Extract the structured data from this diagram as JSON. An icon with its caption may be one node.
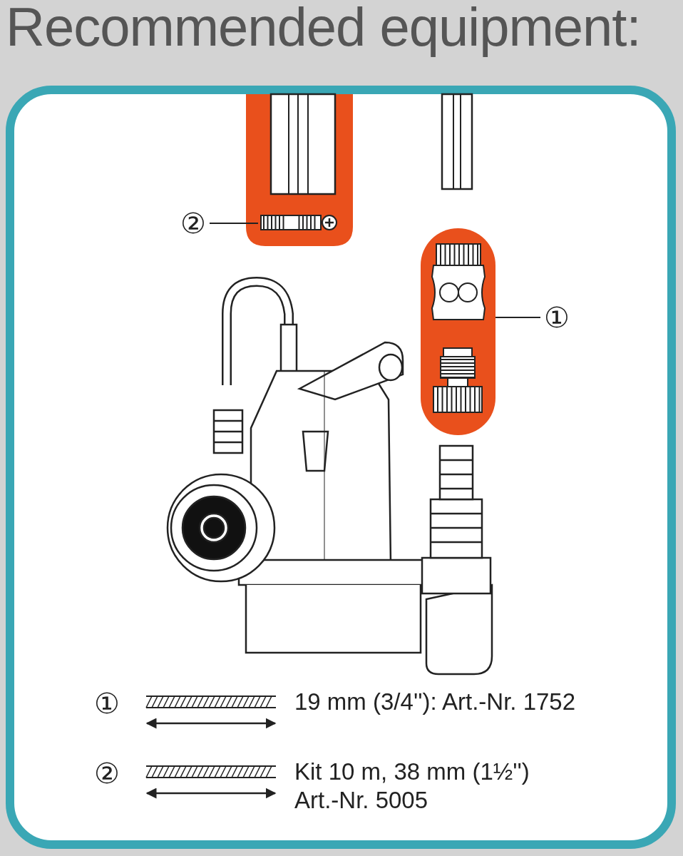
{
  "diagram": {
    "title": "Recommended equipment:",
    "nodes": [
      {
        "text": [
          "②"
        ]
      },
      {
        "text": [],
        "shape": "picture"
      },
      {
        "text": [
          "①"
        ]
      },
      {
        "text": [],
        "shape": "picture"
      }
    ],
    "edges": [
      {
        "from": 0,
        "to": 1,
        "arrow": "none"
      },
      {
        "from": 2,
        "to": 3,
        "arrow": "none"
      }
    ],
    "labels": [
      "①",
      "19 mm (3/4''): Art.-Nr. 1752",
      "②",
      "Kit 10 m, 38 mm (1½'') Art.-Nr. 5005"
    ]
  }
}
